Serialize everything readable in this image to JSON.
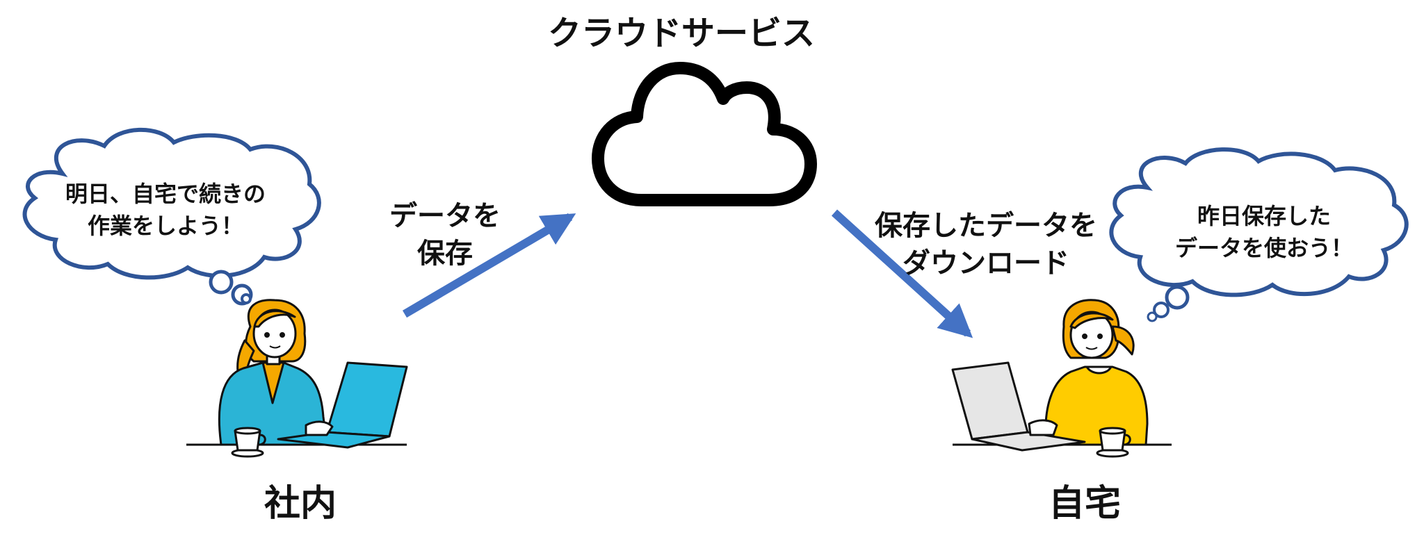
{
  "diagram": {
    "title": "クラウドサービス",
    "left": {
      "place": "社内",
      "thought": [
        "明日、自宅で続きの",
        "作業をしよう！"
      ]
    },
    "right": {
      "place": "自宅",
      "thought": [
        "昨日保存した",
        "データを使おう！"
      ]
    },
    "upload_label": [
      "データを",
      "保存"
    ],
    "download_label": [
      "保存したデータを",
      "ダウンロード"
    ]
  },
  "colors": {
    "arrow": "#4472C4",
    "bubble_outline": "#2F5597",
    "office_jacket": "#2BB4D6",
    "office_laptop": "#29B9DF",
    "home_shirt": "#FFCC00",
    "home_laptop": "#E6E6E6",
    "hair": "#F5A800"
  },
  "icons": {
    "cloud": "cloud-icon",
    "office_worker": "woman-office-laptop-illustration",
    "home_worker": "woman-home-laptop-illustration",
    "coffee": "coffee-cup-icon"
  }
}
